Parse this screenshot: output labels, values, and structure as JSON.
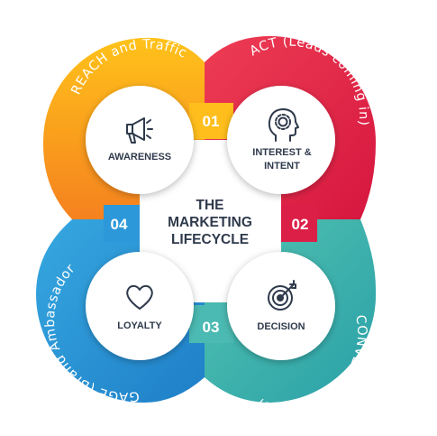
{
  "title_lines": [
    "THE",
    "MARKETING",
    "LIFECYCLE"
  ],
  "quadrants": [
    {
      "number": "01",
      "arc_label": "REACH and Traffic",
      "stage_lines": [
        "AWARENESS"
      ],
      "icon": "megaphone-icon",
      "color_start": "#ffc21a",
      "color_end": "#f5811f"
    },
    {
      "number": "02",
      "arc_label": "ACT (Leads coming in)",
      "stage_lines": [
        "INTEREST &",
        "INTENT"
      ],
      "icon": "head-gear-icon",
      "color_start": "#ee3d54",
      "color_end": "#d6163f"
    },
    {
      "number": "03",
      "arc_label": "CONVERT (Customers)",
      "stage_lines": [
        "DECISION"
      ],
      "icon": "target-icon",
      "color_start": "#53c3b0",
      "color_end": "#2aa0a8"
    },
    {
      "number": "04",
      "arc_label": "ENGAGE (Brand Ambassadors)",
      "stage_lines": [
        "LOYALTY"
      ],
      "icon": "heart-icon",
      "color_start": "#36a8e0",
      "color_end": "#1f7fc8"
    }
  ]
}
